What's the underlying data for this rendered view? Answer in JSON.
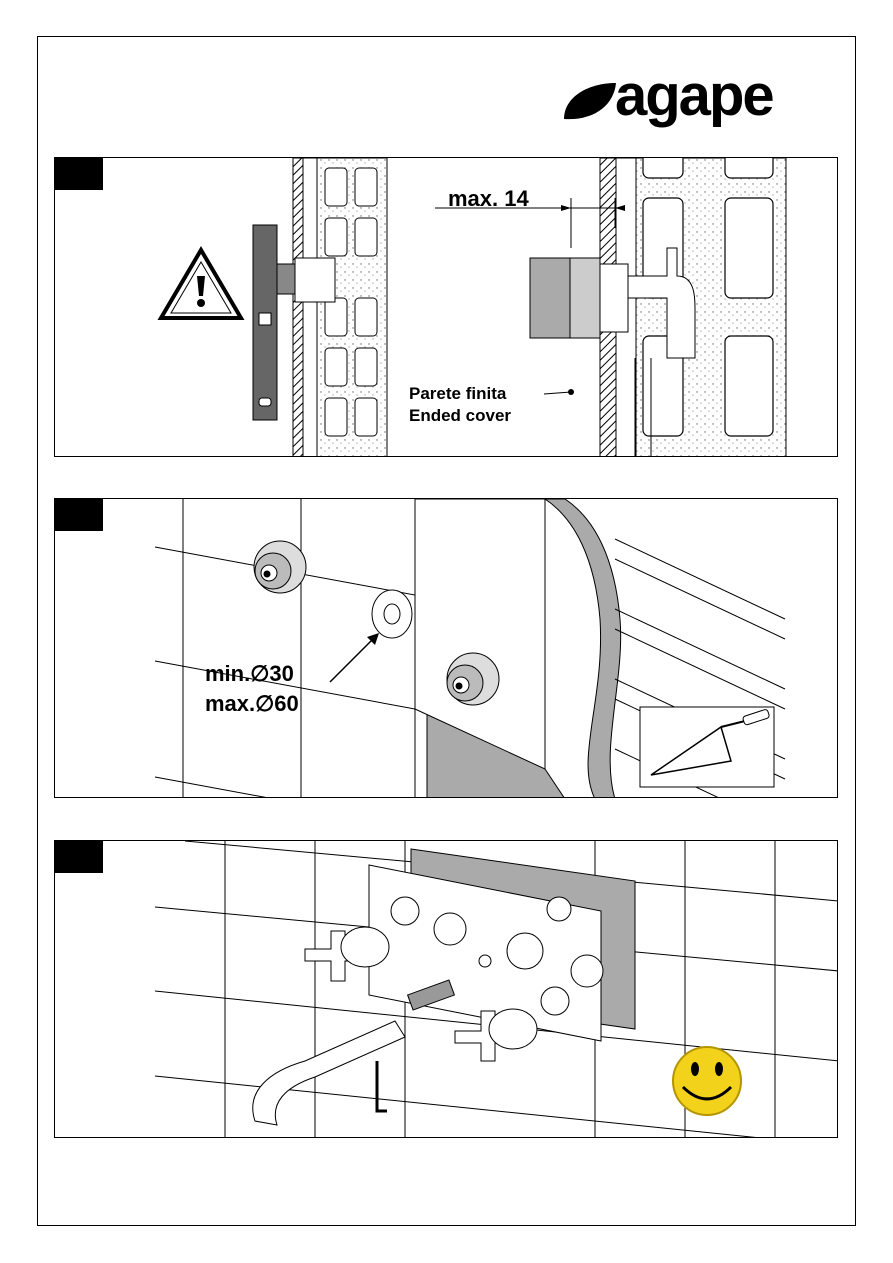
{
  "brand": {
    "name": "agape"
  },
  "steps": [
    {
      "icons": [
        "warning-icon",
        "spirit-level-icon"
      ],
      "max_label": "max. 14",
      "wall_label_it": "Parete finita",
      "wall_label_en": "Ended cover"
    },
    {
      "min_label": "min.∅30",
      "max_label": "max.∅60",
      "icons": [
        "trowel-icon"
      ]
    },
    {
      "icons": [
        "smiley-icon"
      ]
    }
  ]
}
